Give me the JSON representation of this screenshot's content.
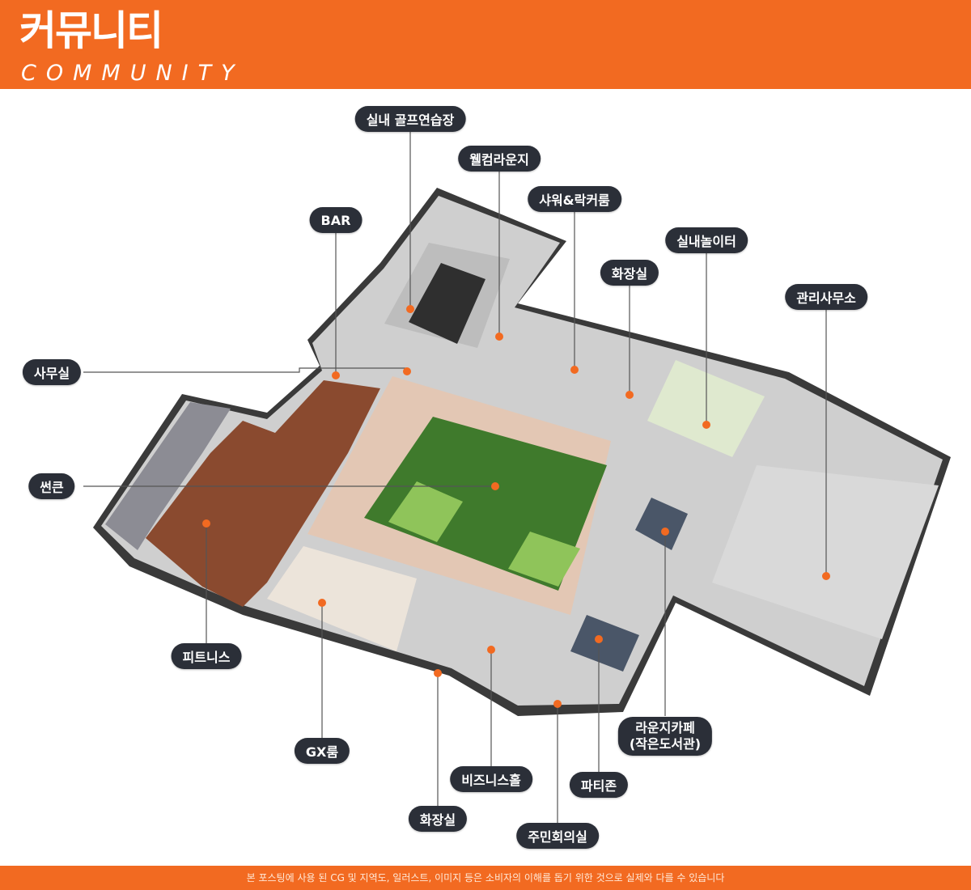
{
  "header": {
    "title": "커뮤니티",
    "subtitle": "COMMUNITY"
  },
  "labels": {
    "golf": "실내 골프연습장",
    "welcome": "웰컴라운지",
    "shower": "샤워&락커룸",
    "bar": "BAR",
    "playroom": "실내놀이터",
    "toilet_top": "화장실",
    "management": "관리사무소",
    "office": "사무실",
    "sunken": "썬큰",
    "fitness": "피트니스",
    "gx": "GX룸",
    "business": "비즈니스홀",
    "party": "파티존",
    "lounge_line1": "라운지카페",
    "lounge_line2": "(작은도서관)",
    "toilet_bottom": "화장실",
    "meeting": "주민회의실"
  },
  "footer": {
    "disclaimer": "본 포스팅에  사용 된 CG 및 지역도, 일러스트, 이미지 등은 소비자의 이해를 돕기 위한 것으로 실제와 다를 수 있습니다"
  },
  "colors": {
    "accent": "#f26a21",
    "label_bg": "#2b2f38",
    "marker": "#f26a21"
  }
}
